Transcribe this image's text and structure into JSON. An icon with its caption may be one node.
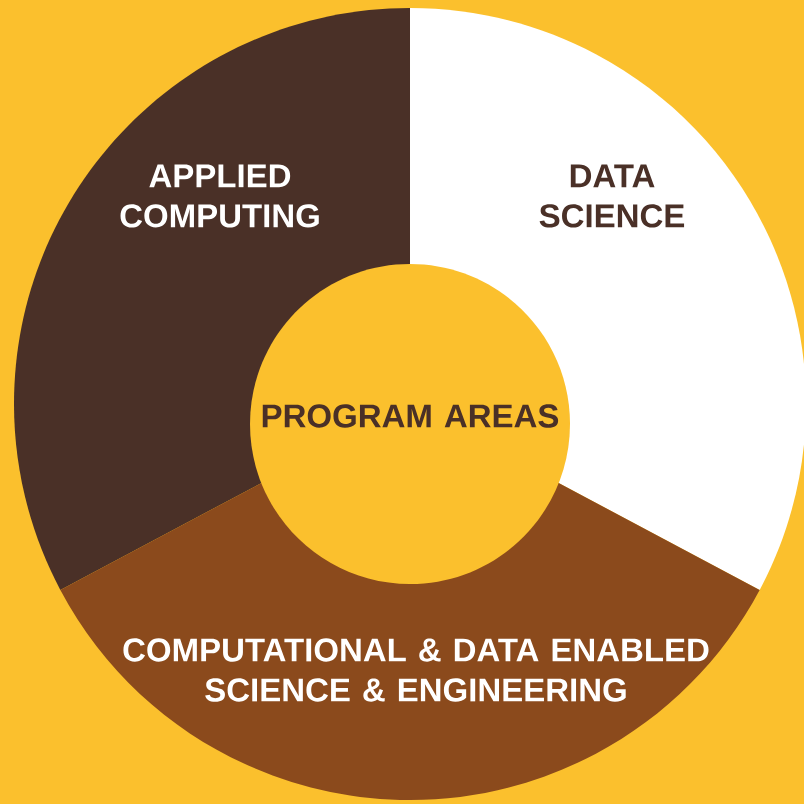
{
  "diagram": {
    "nodes": [
      {
        "text": [
          "APPLIED COMPUTING"
        ]
      },
      {
        "text": [
          "DATA SCIENCE"
        ]
      },
      {
        "text": [
          "PROGRAM AREAS"
        ]
      },
      {
        "text": [
          "COMPUTATIONAL & DATA ENABLED SCIENCE & ENGINEERING"
        ]
      }
    ]
  }
}
